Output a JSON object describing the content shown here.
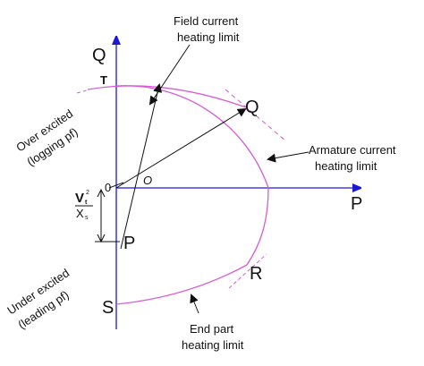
{
  "labels": {
    "q_axis": "Q",
    "p_axis": "P",
    "t": "T",
    "q_point": "Q",
    "p_point": "P",
    "r_point": "R",
    "s_point": "S",
    "origin": "0",
    "theta": "O",
    "field_limit_line1": "Field current",
    "field_limit_line2": "heating limit",
    "armature_limit_line1": "Armature current",
    "armature_limit_line2": "heating limit",
    "end_part_line1": "End part",
    "end_part_line2": "heating limit",
    "over_excited_line1": "Over excited",
    "over_excited_line2": "(logging pf)",
    "under_excited_line1": "Under excited",
    "under_excited_line2": "(leading pf)",
    "vt_symbol": "V",
    "vt_subscript": "t",
    "vt_superscript": "2",
    "xs_symbol": "X",
    "xs_subscript": "s"
  },
  "colors": {
    "axis": "#1a1ad6",
    "curve": "#d65bd6",
    "line": "#111111"
  }
}
